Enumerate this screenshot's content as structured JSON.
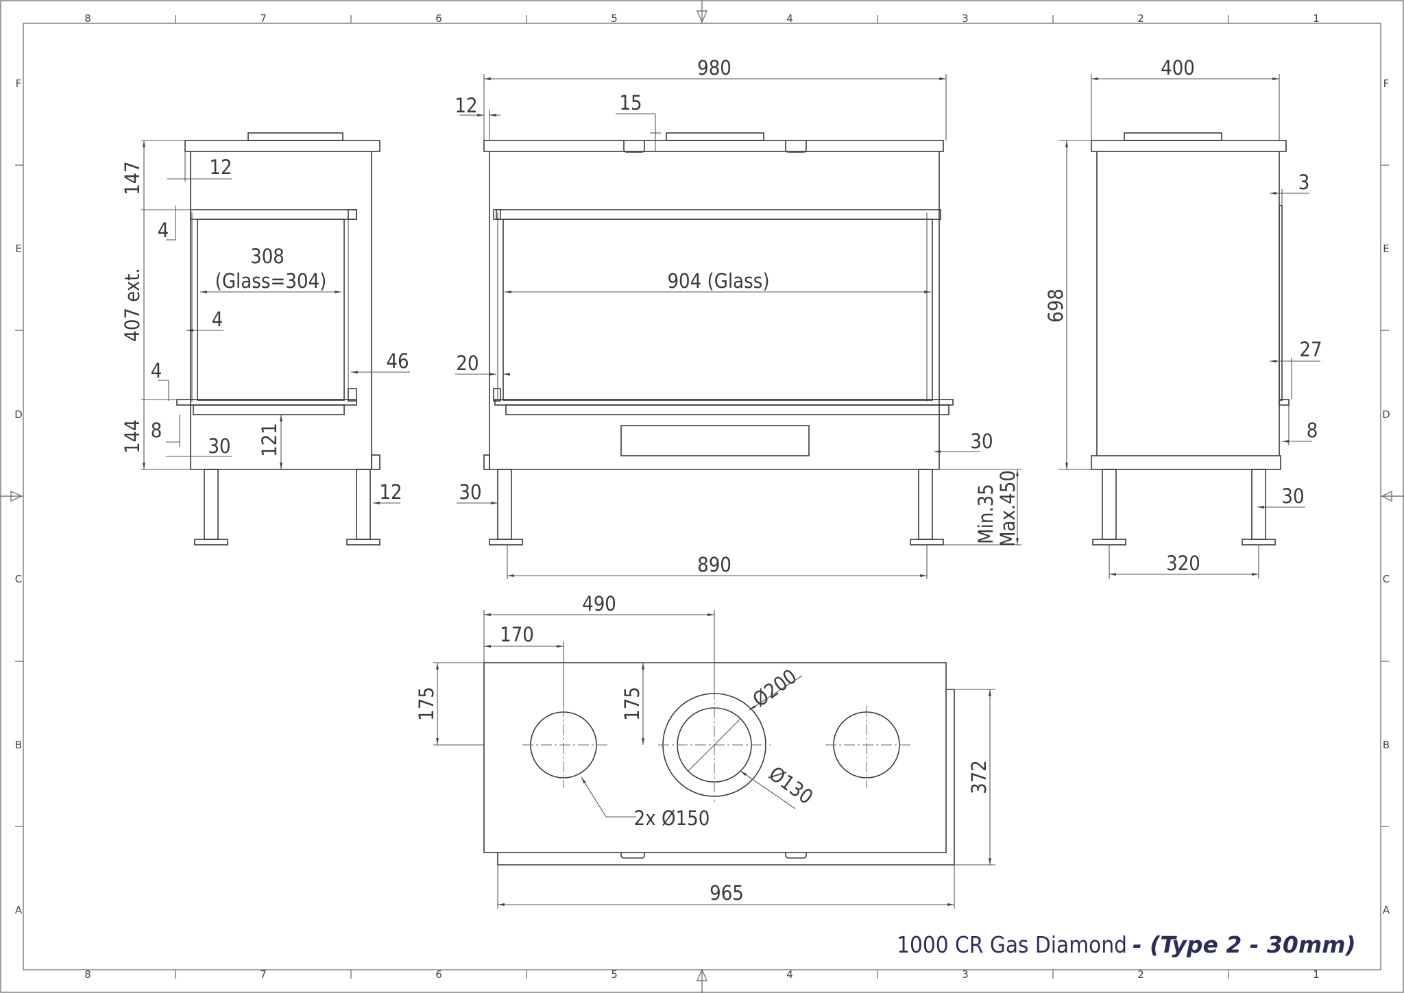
{
  "title_block": {
    "model": "1000 CR Gas Diamond",
    "type_label": "- (Type 2 - 30mm)"
  },
  "grid": {
    "columns": [
      "8",
      "7",
      "6",
      "5",
      "4",
      "3",
      "2",
      "1"
    ],
    "rows": [
      "F",
      "E",
      "D",
      "C",
      "B",
      "A"
    ]
  },
  "side_view_left": {
    "dims": {
      "top_height": "147",
      "top_offset": "12",
      "gap": "4",
      "ext_height": "407 ext.",
      "inner_width": "308",
      "glass_width": "(Glass=304)",
      "inner_offset": "4",
      "side_depth": "46",
      "bottom_gap": "4",
      "base_height": "144",
      "base_offset": "8",
      "base_step": "30",
      "base_inner": "121",
      "leg_offset": "12"
    }
  },
  "front_view": {
    "dims": {
      "total_width": "980",
      "left_offset": "12",
      "top_gap": "15",
      "glass_width": "904 (Glass)",
      "side_gap": "20",
      "right_base": "30",
      "leg_left": "30",
      "leg_min": "Min.35",
      "leg_max": "Max.450",
      "leg_span": "890"
    }
  },
  "side_view_right": {
    "dims": {
      "depth": "400",
      "height": "698",
      "top_gap": "3",
      "mid_gap": "27",
      "low_gap": "8",
      "leg_offset": "30",
      "leg_span": "320"
    }
  },
  "top_view": {
    "dims": {
      "center_offset": "490",
      "left_flue_offset": "170",
      "left_depth": "175",
      "center_depth": "175",
      "outer_diameter": "Ø200",
      "inner_diameter": "Ø130",
      "small_flues": "2x Ø150",
      "depth": "372",
      "width": "965"
    }
  }
}
